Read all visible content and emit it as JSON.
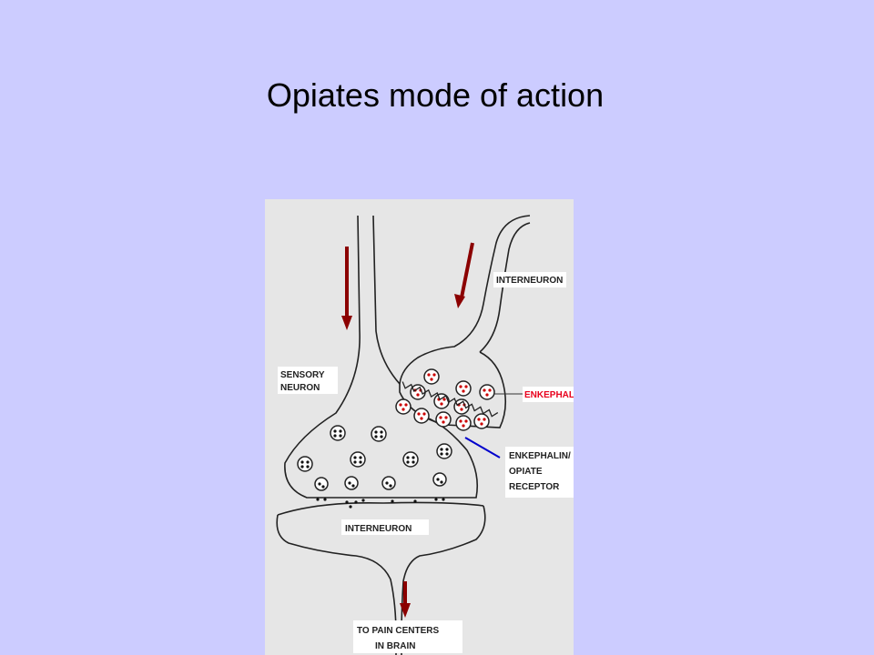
{
  "slide": {
    "title": "Opiates mode of action"
  },
  "diagram": {
    "labels": {
      "interneuron_top": "INTERNEURON",
      "sensory_line1": "SENSORY",
      "sensory_line2": "NEURON",
      "enkephalin": "ENKEPHALIN",
      "receptor_line1": "ENKEPHALIN/",
      "receptor_line2": "OPIATE",
      "receptor_line3": "RECEPTOR",
      "interneuron_bottom": "INTERNEURON",
      "pain_line1": "TO PAIN CENTERS",
      "pain_line2": "IN BRAIN"
    },
    "colors": {
      "background": "#ccccff",
      "figure_bg": "#e6e6e6",
      "arrow": "#8b0000",
      "enkephalin_label": "#e8001c",
      "receptor_pointer": "#0000cc",
      "enkephalin_dot": "#cc0000"
    }
  }
}
